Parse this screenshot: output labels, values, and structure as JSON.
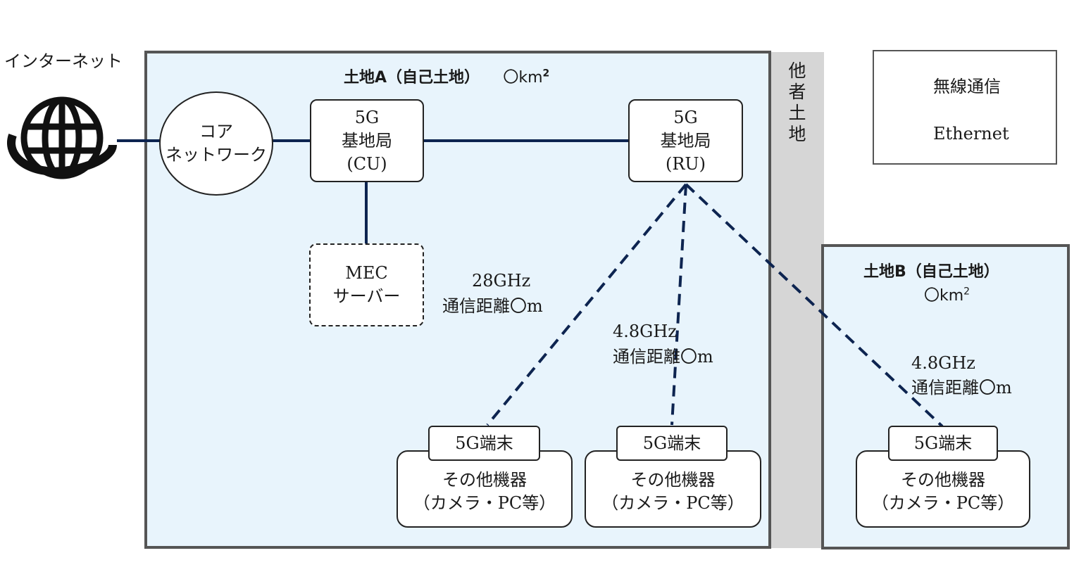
{
  "internet": {
    "label": "インターネット",
    "icon": "globe-icon"
  },
  "land_a": {
    "title": "土地A（自己土地）",
    "area": "〇km",
    "area_sup": "2"
  },
  "other_land": {
    "label_chars": [
      "他",
      "者",
      "土",
      "地"
    ]
  },
  "land_b": {
    "title": "土地B（自己土地）",
    "area": "〇km",
    "area_sup": "2"
  },
  "core_network": {
    "line1": "コア",
    "line2": "ネットワーク"
  },
  "base_station_cu": {
    "line1": "5G",
    "line2": "基地局",
    "line3": "(CU)"
  },
  "base_station_ru": {
    "line1": "5G",
    "line2": "基地局",
    "line3": "(RU)"
  },
  "mec_server": {
    "line1": "MEC",
    "line2": "サーバー"
  },
  "links": [
    {
      "freq": "28GHz",
      "distance": "通信距離〇m"
    },
    {
      "freq": "4.8GHz",
      "distance": "通信距離〇m"
    },
    {
      "freq": "4.8GHz",
      "distance": "通信距離〇m"
    }
  ],
  "terminals": [
    {
      "tag": "5G端末",
      "line1": "その他機器",
      "line2": "（カメラ・PC等）"
    },
    {
      "tag": "5G端末",
      "line1": "その他機器",
      "line2": "（カメラ・PC等）"
    },
    {
      "tag": "5G端末",
      "line1": "その他機器",
      "line2": "（カメラ・PC等）"
    }
  ],
  "legend": {
    "wireless": "無線通信",
    "ethernet": "Ethernet"
  },
  "colors": {
    "line": "#0d2450",
    "land_fill": "#e8f4fc",
    "other_land_fill": "#d6d6d6",
    "border": "#555555"
  }
}
